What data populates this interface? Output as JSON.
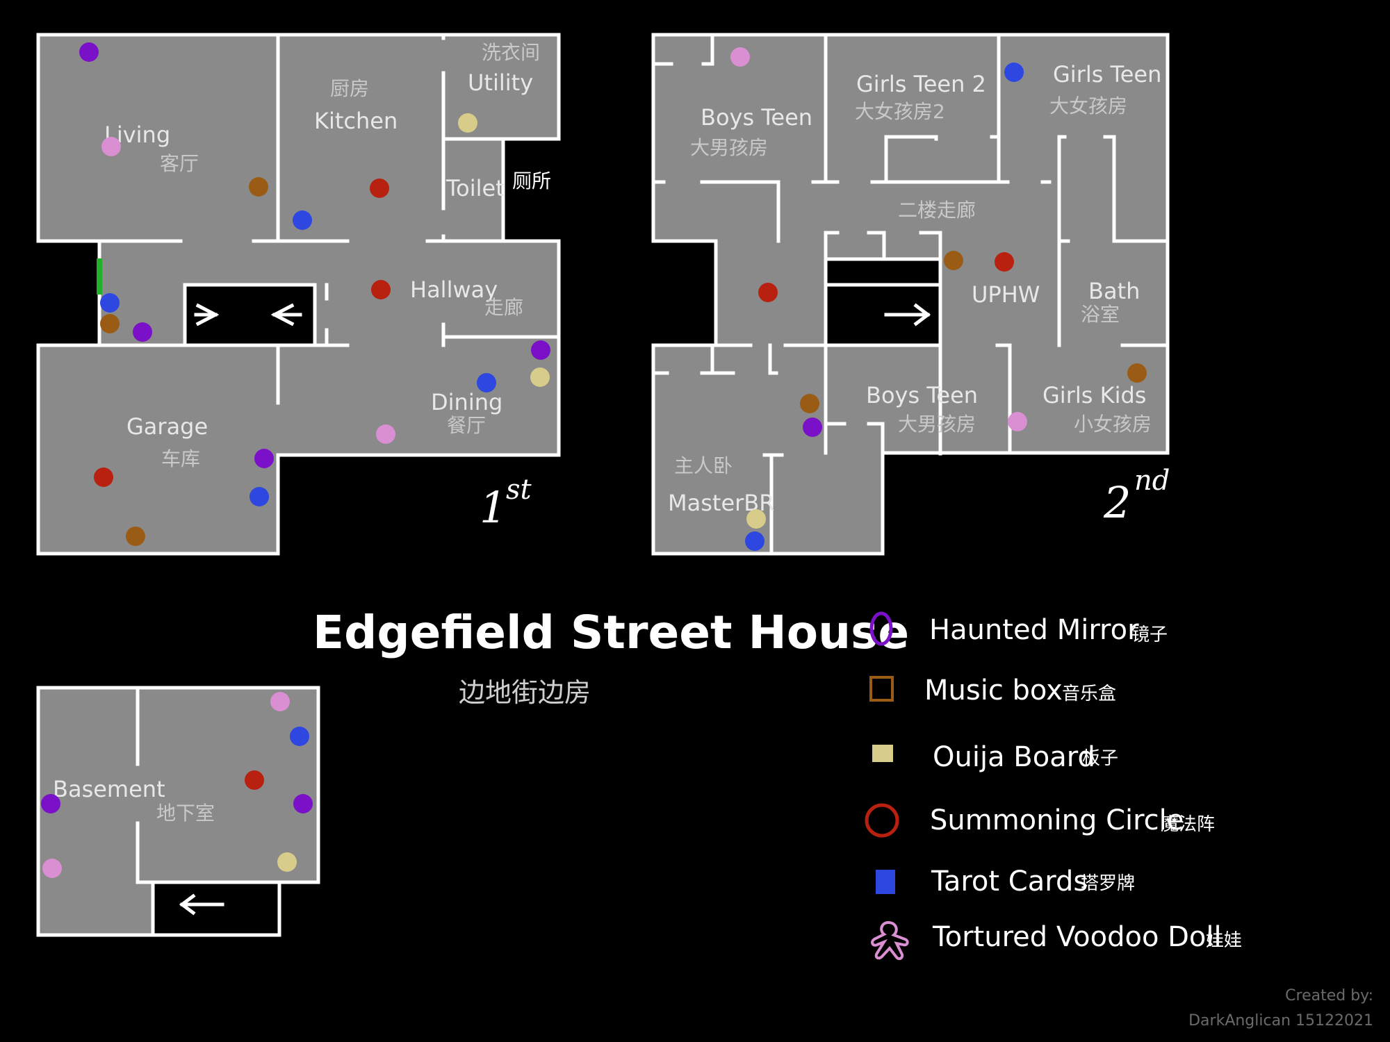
{
  "title": "Edgefield Street House",
  "subtitle": "边地街边房",
  "credit": {
    "line1": "Created by:",
    "line2": "DarkAnglican 15122021"
  },
  "colors": {
    "background": "#000000",
    "room": "#8a8a8a",
    "wall": "#ffffff",
    "haunted_mirror": "#7a11c9",
    "music_box": "#9a5c14",
    "ouija_board": "#d7cc8a",
    "summoning_circle": "#b8200f",
    "tarot_cards": "#2d47e0",
    "voodoo_doll": "#d98fd2",
    "door_green": "#22b02a"
  },
  "floors": {
    "first": {
      "label": "1",
      "suffix": "st",
      "rooms": {
        "living": {
          "en": "Living",
          "cn": "客厅"
        },
        "kitchen": {
          "en": "Kitchen",
          "cn": "厨房"
        },
        "utility": {
          "en": "Utility",
          "cn": "洗衣间"
        },
        "toilet": {
          "en": "Toilet",
          "cn": "厕所"
        },
        "hallway": {
          "en": "Hallway",
          "cn": "走廊"
        },
        "garage": {
          "en": "Garage",
          "cn": "车库"
        },
        "dining": {
          "en": "Dining",
          "cn": "餐厅"
        }
      }
    },
    "second": {
      "label": "2",
      "suffix": "nd",
      "rooms": {
        "boys_teen_top": {
          "en": "Boys Teen",
          "cn": "大男孩房"
        },
        "girls_teen_2": {
          "en": "Girls Teen 2",
          "cn": "大女孩房2"
        },
        "girls_teen": {
          "en": "Girls Teen",
          "cn": "大女孩房"
        },
        "corridor": {
          "cn": "二楼走廊"
        },
        "uphw": {
          "en": "UPHW"
        },
        "bath": {
          "en": "Bath",
          "cn": "浴室"
        },
        "boys_teen_bottom": {
          "en": "Boys Teen",
          "cn": "大男孩房"
        },
        "girls_kids": {
          "en": "Girls Kids",
          "cn": "小女孩房"
        },
        "master": {
          "en": "MasterBR",
          "cn": "主人卧"
        }
      }
    },
    "basement": {
      "rooms": {
        "basement": {
          "en": "Basement",
          "cn": "地下室"
        }
      }
    }
  },
  "legend": [
    {
      "en": "Haunted Mirror",
      "cn": "镜子",
      "icon": "hollow-oval"
    },
    {
      "en": "Music box",
      "cn": "音乐盒",
      "icon": "hollow-square"
    },
    {
      "en": "Ouija Board",
      "cn": "板子",
      "icon": "filled-square"
    },
    {
      "en": "Summoning Circle",
      "cn": "魔法阵",
      "icon": "hollow-circle"
    },
    {
      "en": "Tarot Cards",
      "cn": "塔罗牌",
      "icon": "filled-rectangle"
    },
    {
      "en": "Tortured Voodoo Doll",
      "cn": "娃娃",
      "icon": "voodoo-doll"
    }
  ]
}
